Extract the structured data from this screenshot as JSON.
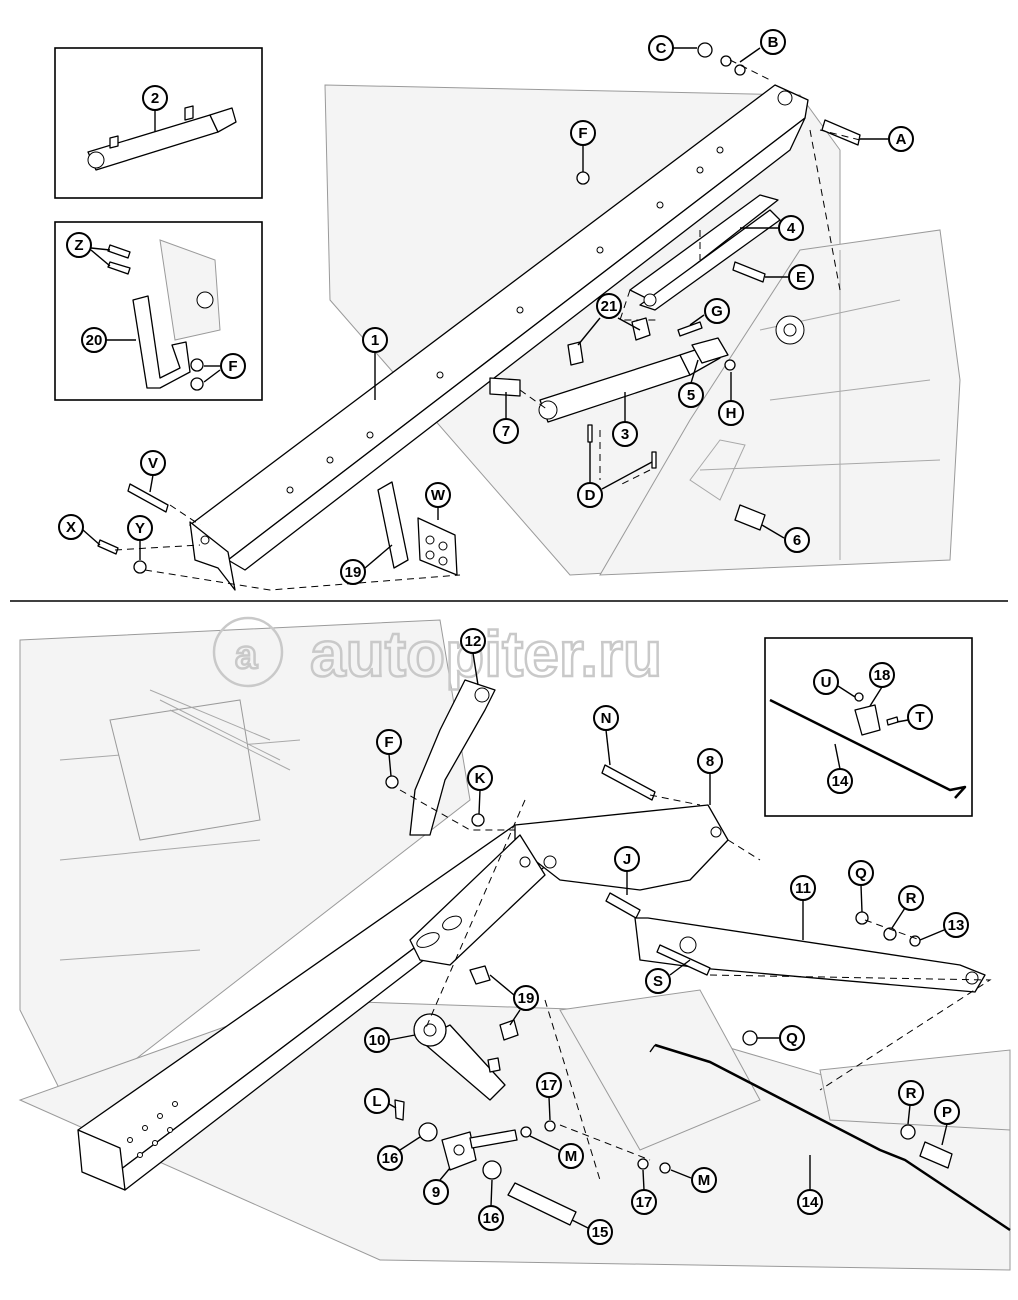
{
  "watermark": {
    "text": "autopiter.ru"
  },
  "callouts": {
    "top": {
      "A": "A",
      "B": "B",
      "C": "C",
      "D": "D",
      "E": "E",
      "F": "F",
      "G": "G",
      "H": "H",
      "V": "V",
      "W": "W",
      "X": "X",
      "Y": "Y",
      "p1": "1",
      "p3": "3",
      "p4": "4",
      "p5": "5",
      "p6": "6",
      "p7": "7",
      "p19": "19",
      "p21": "21"
    },
    "inset_cylinder": {
      "p2": "2"
    },
    "inset_bracket": {
      "Z": "Z",
      "F": "F",
      "p20": "20"
    },
    "bottom": {
      "F": "F",
      "J": "J",
      "K": "K",
      "L": "L",
      "M1": "M",
      "M2": "M",
      "N": "N",
      "P": "P",
      "Q1": "Q",
      "Q2": "Q",
      "R1": "R",
      "R2": "R",
      "S": "S",
      "p8": "8",
      "p9": "9",
      "p10": "10",
      "p11": "11",
      "p12": "12",
      "p13": "13",
      "p14": "14",
      "p15": "15",
      "p16a": "16",
      "p16b": "16",
      "p17a": "17",
      "p17b": "17",
      "p19": "19"
    },
    "inset_rod": {
      "U": "U",
      "T": "T",
      "p18": "18",
      "p14": "14"
    }
  }
}
